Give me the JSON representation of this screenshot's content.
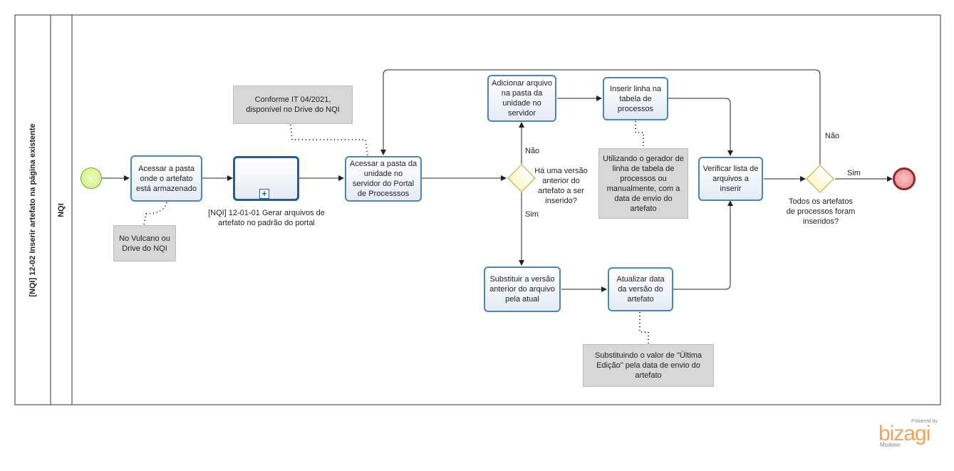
{
  "pool": {
    "title": "[NQI] 12-02 Inserir artefato na página existente",
    "lane": "NQI"
  },
  "tasks": {
    "acessar_pasta": "Acessar a pasta onde o artefato está armazenado",
    "acessar_unidade": "Acessar a pasta da unidade no servidor do Portal de Processsos",
    "adicionar_arquivo": "Adicionar arquivo na pasta da unidade no servidor",
    "inserir_linha": "Inserir linha na tabela de processos",
    "verificar_lista": "Verificar lista de arquivos a inserir",
    "substituir_versao": "Substituir a versão anterior do arquivo pela atual",
    "atualizar_data": "Atualizar data da versão do artefato"
  },
  "subprocess": {
    "label": "[NQI] 12-01-01 Gerar arquivos de artefato no padrão do portal"
  },
  "gateways": {
    "versao_anterior": "Há uma versão anterior do artefato a ser inserido?",
    "todos_inseridos": "Todos os artefatos de processos foram inseridos?"
  },
  "flow_labels": {
    "nao_1": "Não",
    "sim_1": "Sim",
    "nao_2": "Não",
    "sim_2": "Sim"
  },
  "annotations": {
    "vulcano": "No Vulcano ou Drive do NQI",
    "it_042021": "Conforme IT 04/2021, disponível no Drive do NQI",
    "gerador": "Utilizando o gerador de linha de tabela de processos ou manualmente, com a data de envio do artefato",
    "ultima_edicao": "Substituindo o valor de \"Última Edição\" pela data de envio do artefato"
  },
  "branding": {
    "powered_by": "Powered by",
    "logo": "bizagi",
    "product": "Modeler"
  },
  "colors": {
    "start": "#cdf07a",
    "end": "#e8848a",
    "task_border": "#4a86b8",
    "gateway_border": "#b8a531",
    "brand": "#f3a25b"
  },
  "icons": {
    "subprocess_marker": "plus-icon"
  }
}
